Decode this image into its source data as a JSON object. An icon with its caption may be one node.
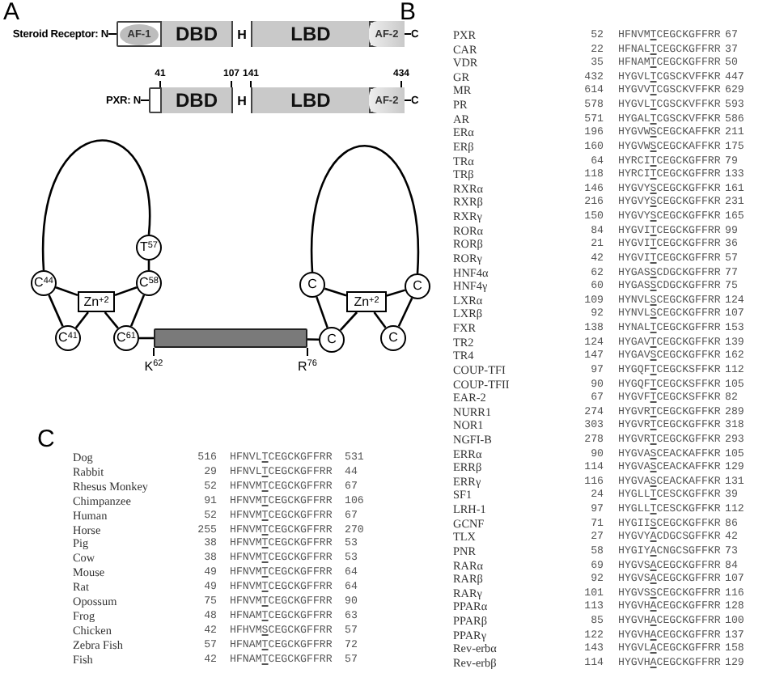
{
  "diagram": {
    "nodes": [
      {
        "text": [],
        "shape": "bar",
        "beside": [
          "Steroid Receptor: N",
          "C"
        ]
      },
      {
        "text": [
          "AF-1"
        ],
        "in": 0
      },
      {
        "text": [
          "DBD"
        ],
        "in": 0
      },
      {
        "text": [
          "H"
        ],
        "in": 0
      },
      {
        "text": [
          "LBD"
        ],
        "in": 0
      },
      {
        "text": [
          "AF-2"
        ],
        "in": 0
      },
      {
        "text": [],
        "shape": "bar",
        "beside": [
          "PXR: N",
          "C"
        ]
      },
      {
        "text": [
          "DBD"
        ],
        "in": 6
      },
      {
        "text": [
          "H"
        ],
        "in": 6
      },
      {
        "text": [
          "LBD"
        ],
        "in": 6
      },
      {
        "text": [
          "AF-2"
        ],
        "in": 6
      },
      {
        "text": [
          "C$^{44}$"
        ]
      },
      {
        "text": [
          "T$^{57}$"
        ]
      },
      {
        "text": [
          "C$^{58}$"
        ]
      },
      {
        "text": [
          "Zn$^{+2}$"
        ]
      },
      {
        "text": [
          "C$^{41}$"
        ]
      },
      {
        "text": [
          "C$^{61}$"
        ]
      },
      {
        "text": [],
        "shape": "bar"
      },
      {
        "text": [
          "C"
        ]
      },
      {
        "text": [
          "C"
        ]
      },
      {
        "text": [
          "Zn$^{+2}$"
        ]
      },
      {
        "text": [
          "C"
        ]
      },
      {
        "text": [
          "C"
        ]
      }
    ],
    "edges": [
      {
        "from": 11,
        "to": 12,
        "arrow": "none"
      },
      {
        "from": 11,
        "to": 14,
        "arrow": "none"
      },
      {
        "from": 13,
        "to": 14,
        "arrow": "none"
      },
      {
        "from": 15,
        "to": 14,
        "arrow": "none"
      },
      {
        "from": 16,
        "to": 14,
        "arrow": "none"
      },
      {
        "from": 11,
        "to": 15,
        "arrow": "none"
      },
      {
        "from": 12,
        "to": 13,
        "arrow": "none"
      },
      {
        "from": 13,
        "to": 16,
        "arrow": "none"
      },
      {
        "from": 16,
        "to": 17,
        "arrow": "none"
      },
      {
        "from": 17,
        "to": 21,
        "arrow": "none"
      },
      {
        "from": 18,
        "to": 19,
        "arrow": "none"
      },
      {
        "from": 18,
        "to": 20,
        "arrow": "none"
      },
      {
        "from": 19,
        "to": 20,
        "arrow": "none"
      },
      {
        "from": 21,
        "to": 20,
        "arrow": "none"
      },
      {
        "from": 22,
        "to": 20,
        "arrow": "none"
      },
      {
        "from": 18,
        "to": 21,
        "arrow": "none"
      },
      {
        "from": 19,
        "to": 22,
        "arrow": "none"
      }
    ],
    "labels": [
      "A",
      "41",
      "107",
      "141",
      "434",
      "K$^{62}$",
      "R$^{76}$",
      "B",
      "PXR",
      "52",
      "HFNVMTCEGCKGFFRR",
      "67",
      "CAR",
      "22",
      "HFNALTCEGCKGFFRR",
      "37",
      "VDR",
      "35",
      "HFNAMTCEGCKGFFRR",
      "50",
      "GR",
      "432",
      "HYGVLTCGSCKVFFKR",
      "447",
      "MR",
      "614",
      "HYGVVTCGSCKVFFKR",
      "629",
      "PR",
      "578",
      "HYGVLTCGSCKVFFKR",
      "593",
      "AR",
      "571",
      "HYGALTCGSCKVFFKR",
      "586",
      "ERα",
      "196",
      "HYGVWSCEGCKAFFKR",
      "211",
      "ERβ",
      "160",
      "HYGVWSCEGCKAFFKR",
      "175",
      "TRα",
      "64",
      "HYRCITCEGCKGFFRR",
      "79",
      "TRβ",
      "118",
      "HYRCITCEGCKGFFRR",
      "133",
      "RXRα",
      "146",
      "HYGVYSCEGCKGFFKR",
      "161",
      "RXRβ",
      "216",
      "HYGVYSCEGCKGFFKR",
      "231",
      "RXRγ",
      "150",
      "HYGVYSCEGCKGFFKR",
      "165",
      "RORα",
      "84",
      "HYGVITCEGCKGFFRR",
      "99",
      "RORβ",
      "21",
      "HYGVITCEGCKGFFRR",
      "36",
      "RORγ",
      "42",
      "HYGVITCEGCKGFFRR",
      "57",
      "HNF4α",
      "62",
      "HYGASSCDGCKGFFRR",
      "77",
      "HNF4γ",
      "60",
      "HYGASSCDGCKGFFRR",
      "75",
      "LXRα",
      "109",
      "HYNVLSCEGCKGFFRR",
      "124",
      "LXRβ",
      "92",
      "HYNVLSCEGCKGFFRR",
      "107",
      "FXR",
      "138",
      "HYNALTCEGCKGFFRR",
      "153",
      "TR2",
      "124",
      "HYGAVTCEGCKGFFKR",
      "139",
      "TR4",
      "147",
      "HYGAVSCEGCKGFFKR",
      "162",
      "COUP-TFI",
      "97",
      "HYGQFTCEGCKSFFKR",
      "112",
      "COUP-TFII",
      "90",
      "HYGQFTCEGCKSFFKR",
      "105",
      "EAR-2",
      "67",
      "HYGVFTCEGCKSFFKR",
      "82",
      "NURR1",
      "274",
      "HYGVRTCEGCKGFFKR",
      "289",
      "NOR1",
      "303",
      "HYGVRTCEGCKGFFKR",
      "318",
      "NGFI-B",
      "278",
      "HYGVRTCEGCKGFFKR",
      "293",
      "ERRα",
      "90",
      "HYGVASCEACKAFFKR",
      "105",
      "ERRβ",
      "114",
      "HYGVASCEACKAFFKR",
      "129",
      "ERRγ",
      "116",
      "HYGVASCEACKAFFKR",
      "131",
      "SF1",
      "24",
      "HYGLLTCESCKGFFKR",
      "39",
      "LRH-1",
      "97",
      "HYGLLTCESCKGFFKR",
      "112",
      "GCNF",
      "71",
      "HYGIISCEGCKGFFKR",
      "86",
      "TLX",
      "27",
      "HYGVYACDGCSGFFKR",
      "42",
      "PNR",
      "58",
      "HYGIYACNGCSGFFKR",
      "73",
      "RARα",
      "69",
      "HYGVSACEGCKGFFRR",
      "84",
      "RARβ",
      "92",
      "HYGVSACEGCKGFFRR",
      "107",
      "RARγ",
      "101",
      "HYGVSSCEGCKGFFRR",
      "116",
      "PPARα",
      "113",
      "HYGVHACEGCKGFFRR",
      "128",
      "PPARβ",
      "85",
      "HYGVHACEGCKGFFRR",
      "100",
      "PPARγ",
      "122",
      "HYGVHACEGCKGFFRR",
      "137",
      "Rev-erbα",
      "143",
      "HYGVLACEGCKGFFRR",
      "158",
      "Rev-erbβ",
      "114",
      "HYGVHACEGCKGFFRR",
      "129",
      "C",
      "Dog",
      "516",
      "HFNVLTCEGCKGFFRR",
      "531",
      "Rabbit",
      "29",
      "HFNVLTCEGCKGFFRR",
      "44",
      "Rhesus Monkey",
      "52",
      "HFNVMTCEGCKGFFRR",
      "67",
      "Chimpanzee",
      "91",
      "HFNVMTCEGCKGFFRR",
      "106",
      "Human",
      "52",
      "HFNVMTCEGCKGFFRR",
      "67",
      "Horse",
      "255",
      "HFNVMTCEGCKGFFRR",
      "270",
      "Pig",
      "38",
      "HFNVMTCEGCKGFFRR",
      "53",
      "Cow",
      "38",
      "HFNVMTCEGCKGFFRR",
      "53",
      "Mouse",
      "49",
      "HFNVMTCEGCKGFFRR",
      "64",
      "Rat",
      "49",
      "HFNVMTCEGCKGFFRR",
      "64",
      "Opossum",
      "75",
      "HFNVMTCEGCKGFFRR",
      "90",
      "Frog",
      "48",
      "HFNAMTCEGCKGFFRR",
      "63",
      "Chicken",
      "42",
      "HFHVMSCEGCKGFFRR",
      "57",
      "Zebra Fish",
      "57",
      "HFNAMTCEGCKGFFRR",
      "72",
      "Fish",
      "42",
      "HFNAMTCEGCKGFFRR",
      "57"
    ]
  }
}
